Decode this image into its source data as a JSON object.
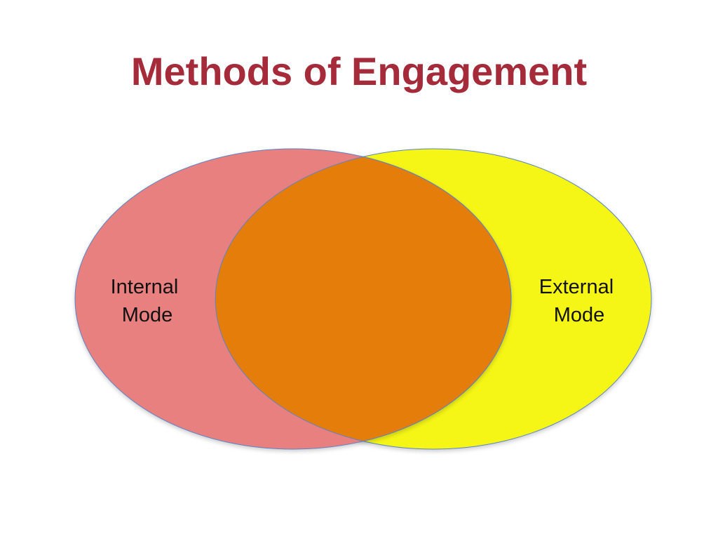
{
  "slide": {
    "title": "Methods of Engagement"
  },
  "venn": {
    "left": {
      "line1": "Internal",
      "line2": "Mode"
    },
    "right": {
      "line1": "External",
      "line2": "Mode"
    }
  },
  "colors": {
    "title": "#a52a3a",
    "left_fill": "#e98080",
    "right_fill": "#f5f514",
    "overlap_fill": "#e57d0a",
    "outline": "#5b84c4",
    "label_text": "#111111"
  }
}
